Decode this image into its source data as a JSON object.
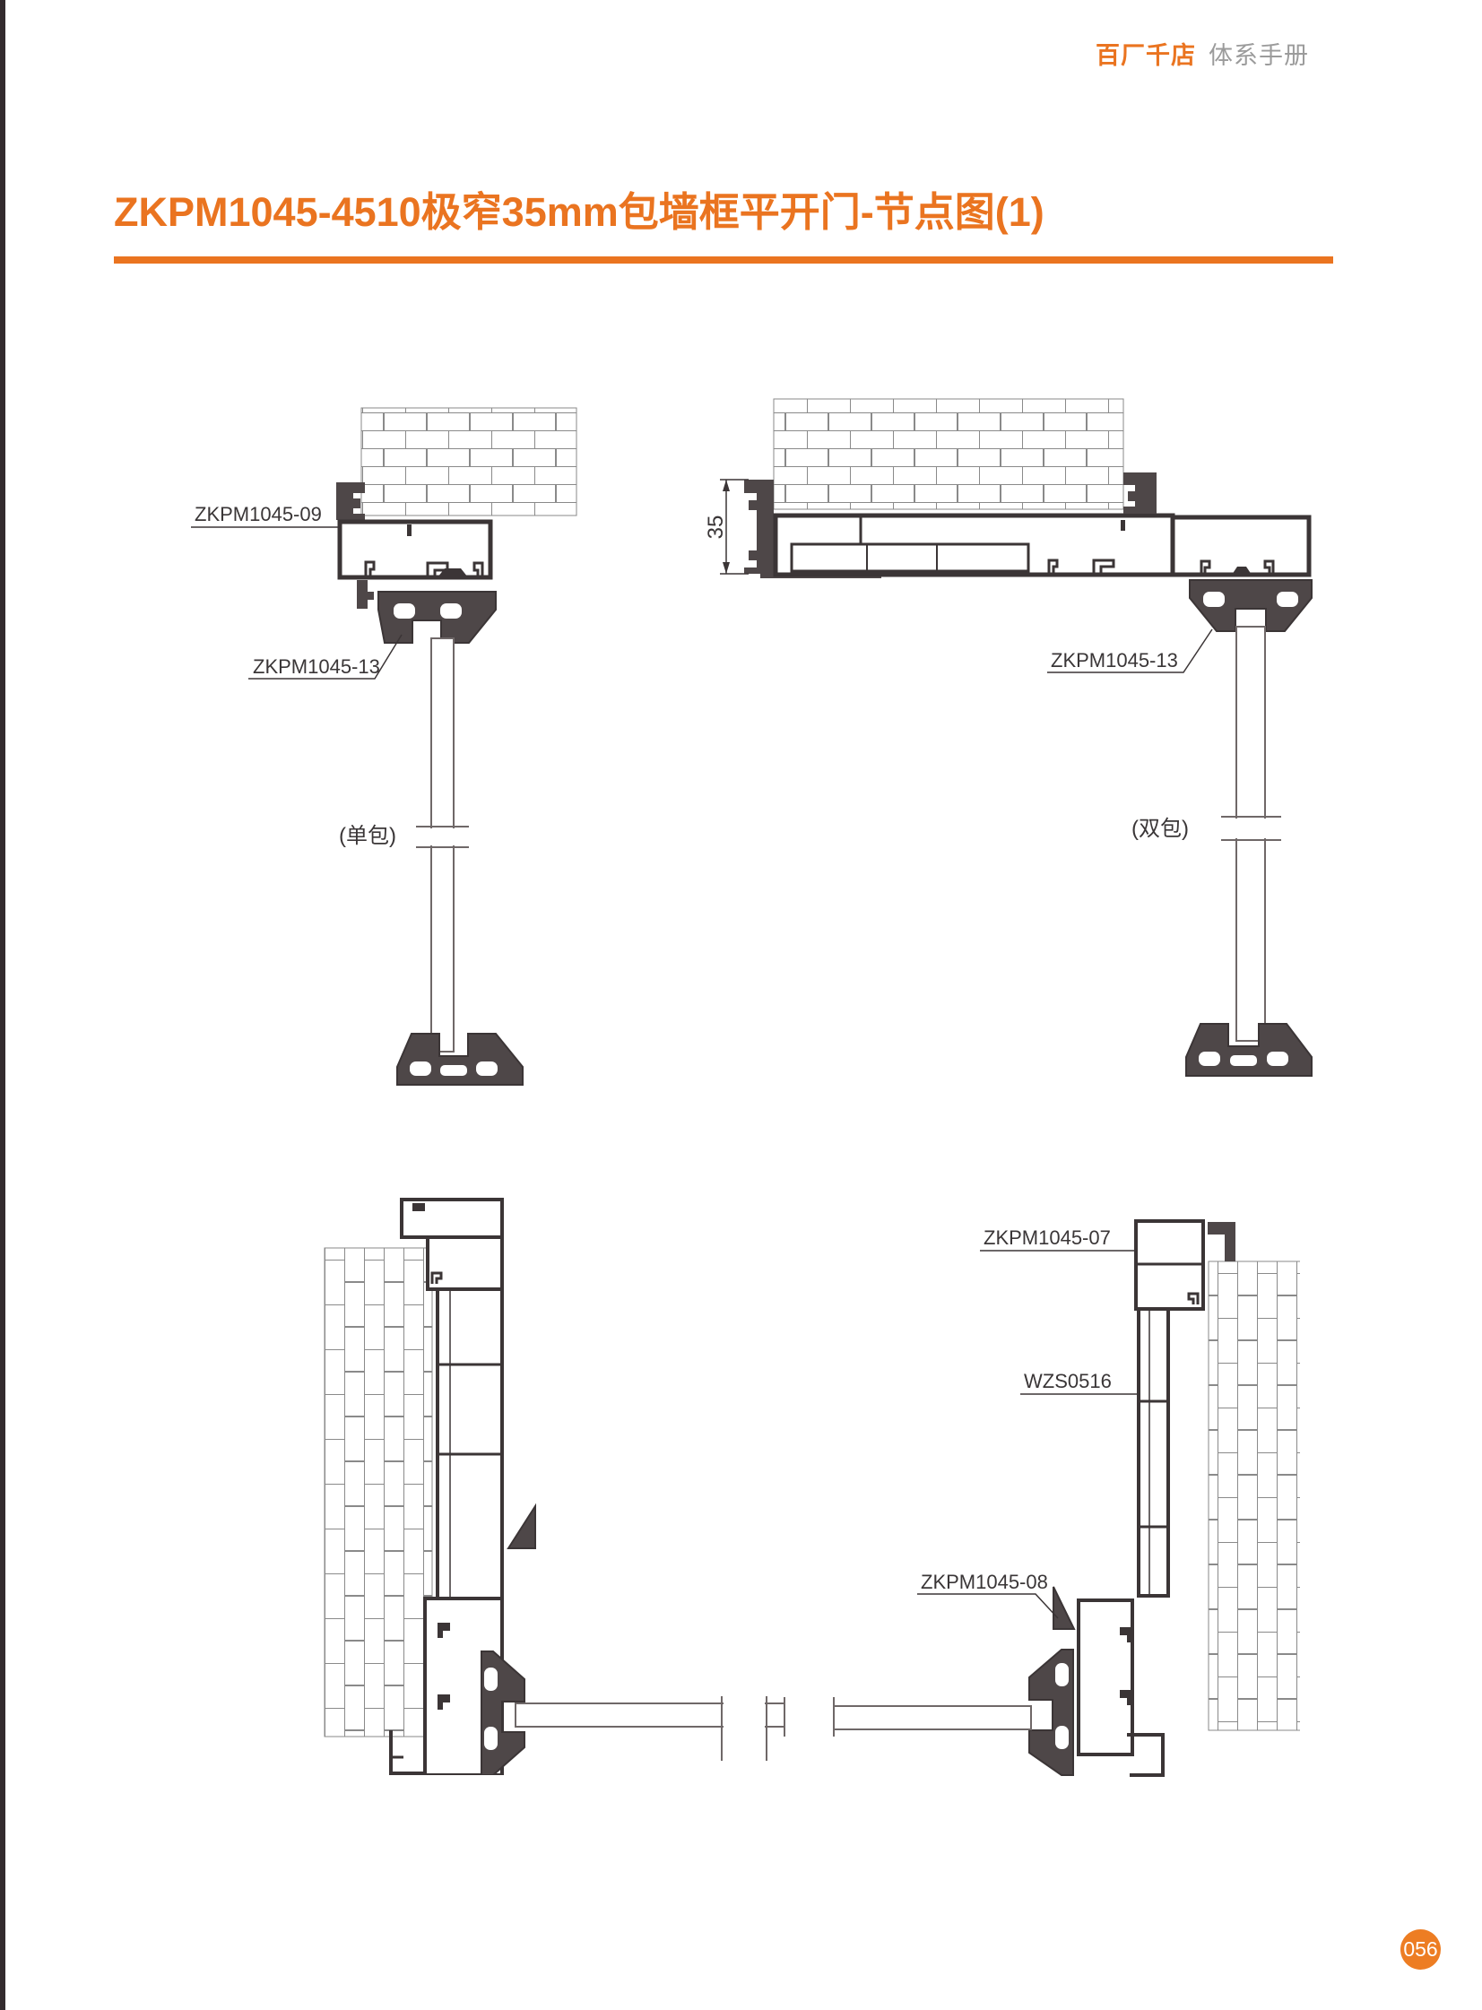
{
  "header": {
    "brand": "百厂千店",
    "manual": "体系手册"
  },
  "title": {
    "text": "ZKPM1045-4510极窄35mm包墙框平开门-节点图(1)"
  },
  "footer": {
    "page_number": "056"
  },
  "colors": {
    "accent": "#EA7420",
    "header_gray": "#9B9B9B",
    "profile_fill": "#4E4748",
    "profile_line": "#3B3536",
    "brick_line": "#8A8A8A",
    "sidebar_bar": "#332B2E",
    "page_circle": "#ED7D23"
  },
  "drawings": {
    "top_left": {
      "labels": {
        "frame": "ZKPM1045-09",
        "hinge": "ZKPM1045-13",
        "caption": "(单包)"
      }
    },
    "top_right": {
      "labels": {
        "dimension": "35",
        "hinge": "ZKPM1045-13",
        "caption": "(双包)"
      }
    },
    "bottom_right": {
      "labels": {
        "head": "ZKPM1045-07",
        "seal": "WZS0516",
        "bead": "ZKPM1045-08"
      }
    }
  }
}
